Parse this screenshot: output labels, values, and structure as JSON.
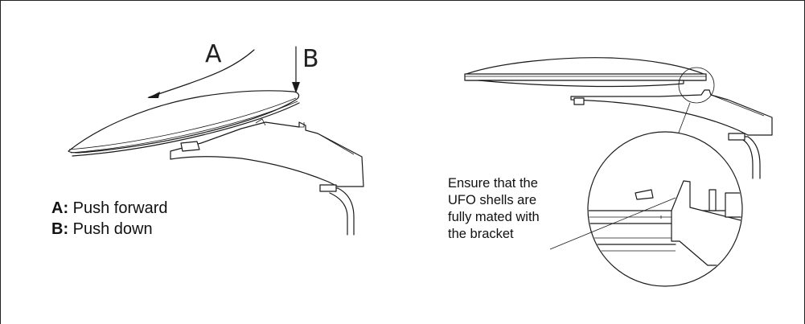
{
  "labels": {
    "arrow_a": "A",
    "arrow_b": "B"
  },
  "legend": [
    {
      "key": "A:",
      "text": " Push forward"
    },
    {
      "key": "B:",
      "text": " Push down"
    }
  ],
  "callout": "Ensure that the\nUFO shells are\nfully mated with\nthe bracket"
}
